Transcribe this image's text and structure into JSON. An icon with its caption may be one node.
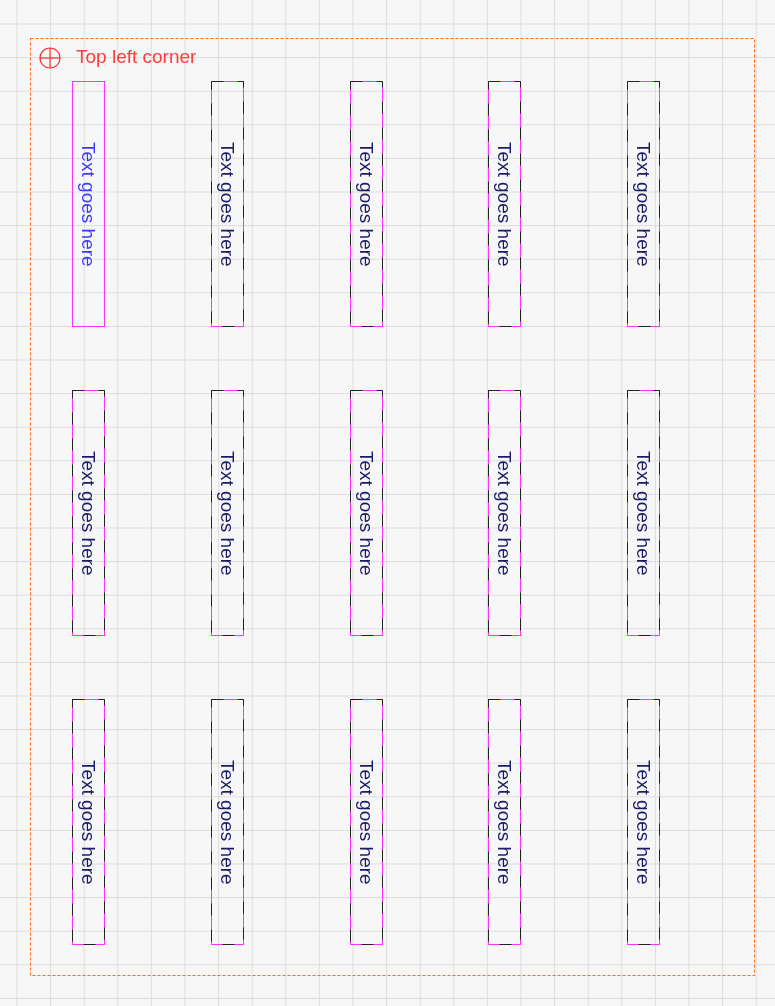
{
  "diagram": {
    "nodes": [
      {
        "text": [
          "Text goes here"
        ]
      },
      {
        "text": [
          "Text goes here"
        ]
      },
      {
        "text": [
          "Text goes here"
        ]
      },
      {
        "text": [
          "Text goes here"
        ]
      },
      {
        "text": [
          "Text goes here"
        ]
      },
      {
        "text": [
          "Text goes here"
        ]
      },
      {
        "text": [
          "Text goes here"
        ]
      },
      {
        "text": [
          "Text goes here"
        ]
      },
      {
        "text": [
          "Text goes here"
        ]
      },
      {
        "text": [
          "Text goes here"
        ]
      },
      {
        "text": [
          "Text goes here"
        ]
      },
      {
        "text": [
          "Text goes here"
        ]
      },
      {
        "text": [
          "Text goes here"
        ]
      },
      {
        "text": [
          "Text goes here"
        ]
      },
      {
        "text": [
          "Text goes here"
        ]
      }
    ],
    "labels": [
      "Top left corner"
    ]
  }
}
